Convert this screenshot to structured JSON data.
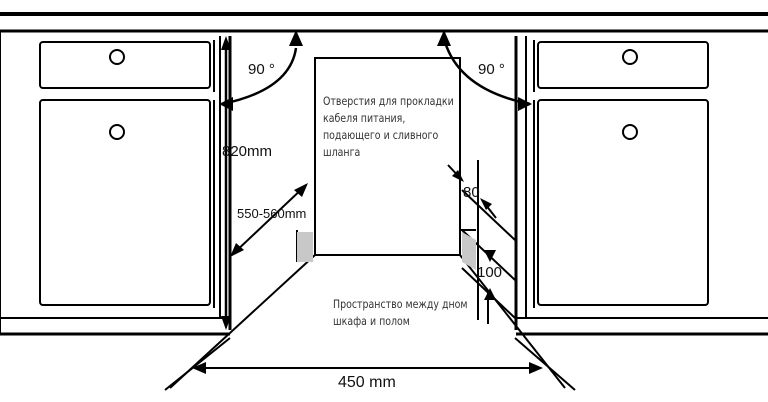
{
  "labels": {
    "angle_left": "90 °",
    "angle_right": "90 °",
    "height": "820mm",
    "depth": "550-560mm",
    "dim_80": "80",
    "dim_100": "100",
    "width": "450 mm"
  },
  "notes": {
    "cable_holes": "Отверстия для прокладки кабеля питания, подающего и сливного шланга",
    "plinth_space": "Пространство между дном шкафа и полом"
  },
  "colors": {
    "line": "#000000",
    "shade": "#c8c8c8"
  }
}
